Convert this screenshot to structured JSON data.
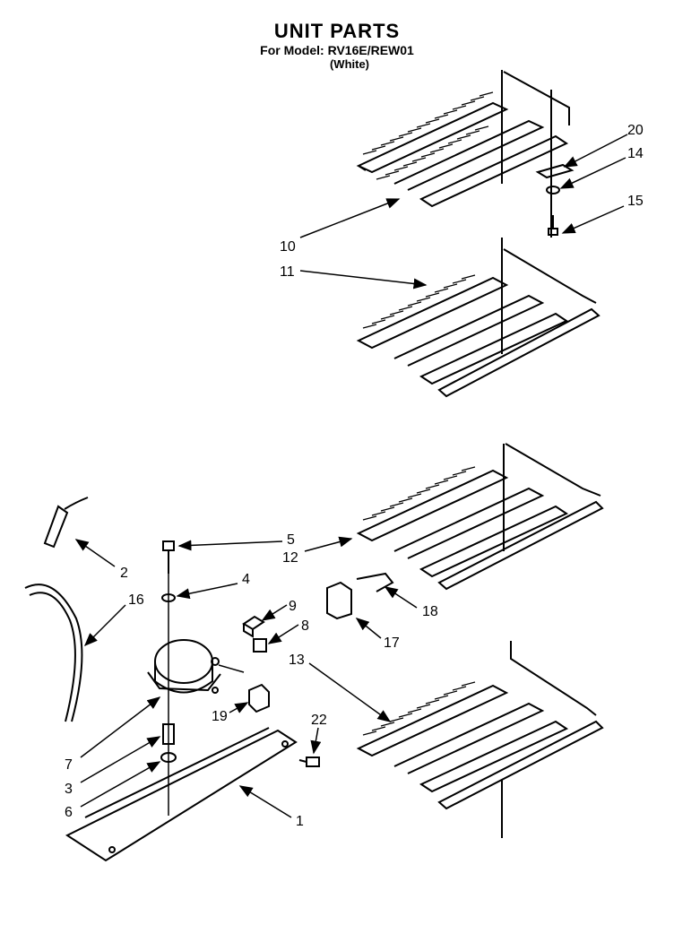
{
  "header": {
    "title": "UNIT PARTS",
    "subtitle": "For Model: RV16E/REW01",
    "variant": "(White)"
  },
  "callouts": [
    {
      "id": "c20",
      "label": "20"
    },
    {
      "id": "c14",
      "label": "14"
    },
    {
      "id": "c15",
      "label": "15"
    },
    {
      "id": "c10",
      "label": "10"
    },
    {
      "id": "c11",
      "label": "11"
    },
    {
      "id": "c5",
      "label": "5"
    },
    {
      "id": "c12",
      "label": "12"
    },
    {
      "id": "c2",
      "label": "2"
    },
    {
      "id": "c4",
      "label": "4"
    },
    {
      "id": "c16",
      "label": "16"
    },
    {
      "id": "c9",
      "label": "9"
    },
    {
      "id": "c8",
      "label": "8"
    },
    {
      "id": "c18",
      "label": "18"
    },
    {
      "id": "c17",
      "label": "17"
    },
    {
      "id": "c13",
      "label": "13"
    },
    {
      "id": "c19",
      "label": "19"
    },
    {
      "id": "c22",
      "label": "22"
    },
    {
      "id": "c7",
      "label": "7"
    },
    {
      "id": "c3",
      "label": "3"
    },
    {
      "id": "c6",
      "label": "6"
    },
    {
      "id": "c1",
      "label": "1"
    }
  ]
}
